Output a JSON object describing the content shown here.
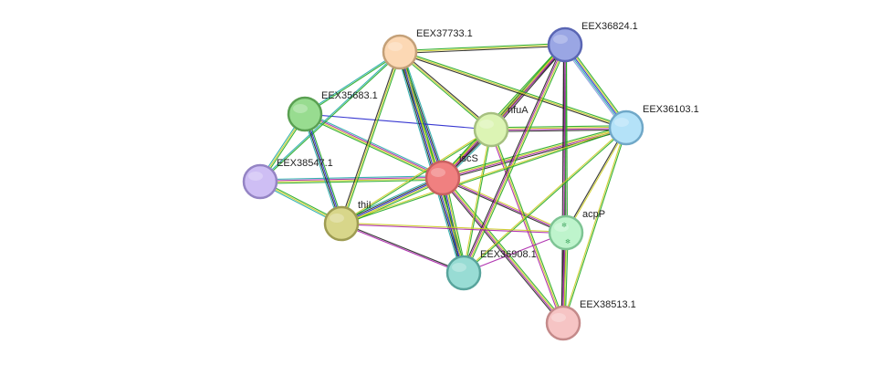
{
  "network": {
    "nodes": [
      {
        "id": "iscS",
        "label": "iscS",
        "color": "#f08080",
        "stroke": "#c86060"
      },
      {
        "id": "nfuA",
        "label": "nfuA",
        "color": "#dcf4b4",
        "stroke": "#a6c080"
      },
      {
        "id": "EEX37733.1",
        "label": "EEX37733.1",
        "color": "#fcd8b4",
        "stroke": "#c4a078"
      },
      {
        "id": "EEX36824.1",
        "label": "EEX36824.1",
        "color": "#9aa6e4",
        "stroke": "#5a66b4"
      },
      {
        "id": "EEX36103.1",
        "label": "EEX36103.1",
        "color": "#b4e2f8",
        "stroke": "#70a8c8"
      },
      {
        "id": "EEX35683.1",
        "label": "EEX35683.1",
        "color": "#98dc90",
        "stroke": "#5aa052"
      },
      {
        "id": "EEX38547.1",
        "label": "EEX38547.1",
        "color": "#cebef4",
        "stroke": "#9484c4"
      },
      {
        "id": "thiI",
        "label": "thiI",
        "color": "#d8d68a",
        "stroke": "#9e9c52"
      },
      {
        "id": "acpP",
        "label": "acpP",
        "color": "#bef4cc",
        "stroke": "#7ec494"
      },
      {
        "id": "EEX36908.1",
        "label": "EEX36908.1",
        "color": "#98dcd4",
        "stroke": "#58a49c"
      },
      {
        "id": "EEX38513.1",
        "label": "EEX38513.1",
        "color": "#f6c4c4",
        "stroke": "#c48a8a"
      }
    ],
    "edges": [
      {
        "source": "iscS",
        "target": "nfuA",
        "evidence": [
          "#22aa22",
          "#cccc22",
          "#aa22aa",
          "#222222",
          "#22aaaa"
        ]
      },
      {
        "source": "iscS",
        "target": "EEX37733.1",
        "evidence": [
          "#22aa22",
          "#cccc22",
          "#2222cc",
          "#222222",
          "#22aaaa"
        ]
      },
      {
        "source": "iscS",
        "target": "EEX36824.1",
        "evidence": [
          "#22aa22",
          "#cccc22",
          "#aa22aa",
          "#222222"
        ]
      },
      {
        "source": "iscS",
        "target": "EEX36103.1",
        "evidence": [
          "#22aa22",
          "#cccc22",
          "#aa22aa",
          "#222222"
        ]
      },
      {
        "source": "iscS",
        "target": "EEX35683.1",
        "evidence": [
          "#22aa22",
          "#cccc22",
          "#aa22aa",
          "#22aaaa"
        ]
      },
      {
        "source": "iscS",
        "target": "EEX38547.1",
        "evidence": [
          "#22aa22",
          "#cccc22",
          "#aa22aa",
          "#22aaaa"
        ]
      },
      {
        "source": "iscS",
        "target": "thiI",
        "evidence": [
          "#22aa22",
          "#cccc22",
          "#2222cc",
          "#222222",
          "#22aaaa"
        ]
      },
      {
        "source": "iscS",
        "target": "acpP",
        "evidence": [
          "#cccc22",
          "#aa22aa",
          "#222222"
        ]
      },
      {
        "source": "iscS",
        "target": "EEX36908.1",
        "evidence": [
          "#22aa22",
          "#cccc22",
          "#2222cc",
          "#222222",
          "#22aaaa"
        ]
      },
      {
        "source": "iscS",
        "target": "EEX38513.1",
        "evidence": [
          "#22aa22",
          "#cccc22",
          "#aa22aa",
          "#222222"
        ]
      },
      {
        "source": "nfuA",
        "target": "EEX37733.1",
        "evidence": [
          "#22aa22",
          "#cccc22",
          "#222222"
        ]
      },
      {
        "source": "nfuA",
        "target": "EEX36824.1",
        "evidence": [
          "#22aa22",
          "#cccc22",
          "#aa22aa",
          "#222222"
        ]
      },
      {
        "source": "nfuA",
        "target": "EEX36103.1",
        "evidence": [
          "#22aa22",
          "#cccc22",
          "#aa22aa",
          "#222222"
        ]
      },
      {
        "source": "nfuA",
        "target": "EEX35683.1",
        "evidence": [
          "#2222cc"
        ]
      },
      {
        "source": "nfuA",
        "target": "thiI",
        "evidence": [
          "#22aa22",
          "#cccc22"
        ]
      },
      {
        "source": "nfuA",
        "target": "EEX36908.1",
        "evidence": [
          "#22aa22",
          "#cccc22"
        ]
      },
      {
        "source": "nfuA",
        "target": "EEX38513.1",
        "evidence": [
          "#22aa22",
          "#cccc22",
          "#aa22aa"
        ]
      },
      {
        "source": "EEX37733.1",
        "target": "EEX36824.1",
        "evidence": [
          "#22aa22",
          "#cccc22",
          "#222222"
        ]
      },
      {
        "source": "EEX37733.1",
        "target": "EEX36103.1",
        "evidence": [
          "#22aa22",
          "#cccc22",
          "#222222"
        ]
      },
      {
        "source": "EEX37733.1",
        "target": "EEX35683.1",
        "evidence": [
          "#22aa22",
          "#22aaaa"
        ]
      },
      {
        "source": "EEX37733.1",
        "target": "EEX38547.1",
        "evidence": [
          "#22aa22",
          "#22aaaa"
        ]
      },
      {
        "source": "EEX37733.1",
        "target": "thiI",
        "evidence": [
          "#22aa22",
          "#cccc22",
          "#222222"
        ]
      },
      {
        "source": "EEX37733.1",
        "target": "EEX36908.1",
        "evidence": [
          "#22aa22",
          "#cccc22",
          "#2222cc",
          "#222222",
          "#22aaaa"
        ]
      },
      {
        "source": "EEX36824.1",
        "target": "EEX36103.1",
        "evidence": [
          "#22aa22",
          "#cccc22",
          "#2222cc",
          "#22aaaa",
          "#8899dd"
        ]
      },
      {
        "source": "EEX36824.1",
        "target": "acpP",
        "evidence": [
          "#22aa22",
          "#aa22aa",
          "#222222"
        ]
      },
      {
        "source": "EEX36824.1",
        "target": "EEX36908.1",
        "evidence": [
          "#22aa22",
          "#cccc22",
          "#aa22aa",
          "#222222"
        ]
      },
      {
        "source": "EEX36824.1",
        "target": "EEX38513.1",
        "evidence": [
          "#22aa22",
          "#aa22aa",
          "#222222"
        ]
      },
      {
        "source": "EEX36103.1",
        "target": "thiI",
        "evidence": [
          "#22aa22",
          "#cccc22"
        ]
      },
      {
        "source": "EEX36103.1",
        "target": "acpP",
        "evidence": [
          "#cccc22",
          "#222222"
        ]
      },
      {
        "source": "EEX36103.1",
        "target": "EEX36908.1",
        "evidence": [
          "#22aa22",
          "#cccc22"
        ]
      },
      {
        "source": "EEX36103.1",
        "target": "EEX38513.1",
        "evidence": [
          "#22aa22",
          "#cccc22"
        ]
      },
      {
        "source": "EEX35683.1",
        "target": "EEX38547.1",
        "evidence": [
          "#22aa22",
          "#cccc22",
          "#22aaaa"
        ]
      },
      {
        "source": "EEX35683.1",
        "target": "thiI",
        "evidence": [
          "#22aa22",
          "#2222cc",
          "#222222",
          "#22aaaa"
        ]
      },
      {
        "source": "EEX38547.1",
        "target": "thiI",
        "evidence": [
          "#22aa22",
          "#cccc22",
          "#22aaaa"
        ]
      },
      {
        "source": "thiI",
        "target": "acpP",
        "evidence": [
          "#cccc22",
          "#aa22aa"
        ]
      },
      {
        "source": "thiI",
        "target": "EEX36908.1",
        "evidence": [
          "#222222",
          "#aa22aa"
        ]
      },
      {
        "source": "acpP",
        "target": "EEX36908.1",
        "evidence": [
          "#aa22aa"
        ]
      },
      {
        "source": "acpP",
        "target": "EEX38513.1",
        "evidence": [
          "#22aa22",
          "#cccc22",
          "#aa22aa",
          "#222222"
        ]
      }
    ]
  }
}
